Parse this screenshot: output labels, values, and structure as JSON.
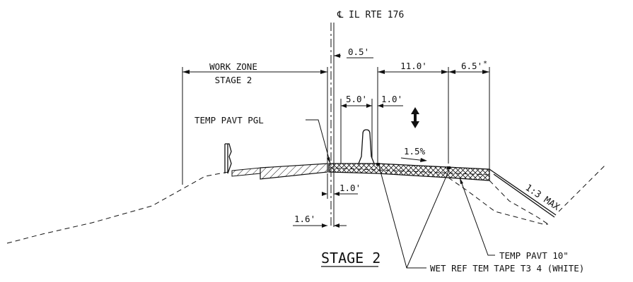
{
  "centerline": {
    "symbol": "℄",
    "label": "IL RTE 176"
  },
  "work_zone": {
    "line1": "WORK ZONE",
    "line2": "STAGE 2"
  },
  "dimensions": {
    "d_0_5": "0.5'",
    "d_5_0": "5.0'",
    "d_1_0_top": "1.0'",
    "d_11_0": "11.0'",
    "d_6_5": "6.5'",
    "d_6_5_mark": "*",
    "d_1_0_bottom": "1.0'",
    "d_1_6": "1.6'"
  },
  "slopes": {
    "cross_slope": "1.5%",
    "side_slope": "1:3 MAX"
  },
  "callouts": {
    "temp_pavt_pgl": "TEMP PAVT PGL",
    "temp_pavt_10": "TEMP PAVT 10\"",
    "tape": "WET REF TEM TAPE T3 4 (WHITE)"
  },
  "title": "STAGE 2"
}
